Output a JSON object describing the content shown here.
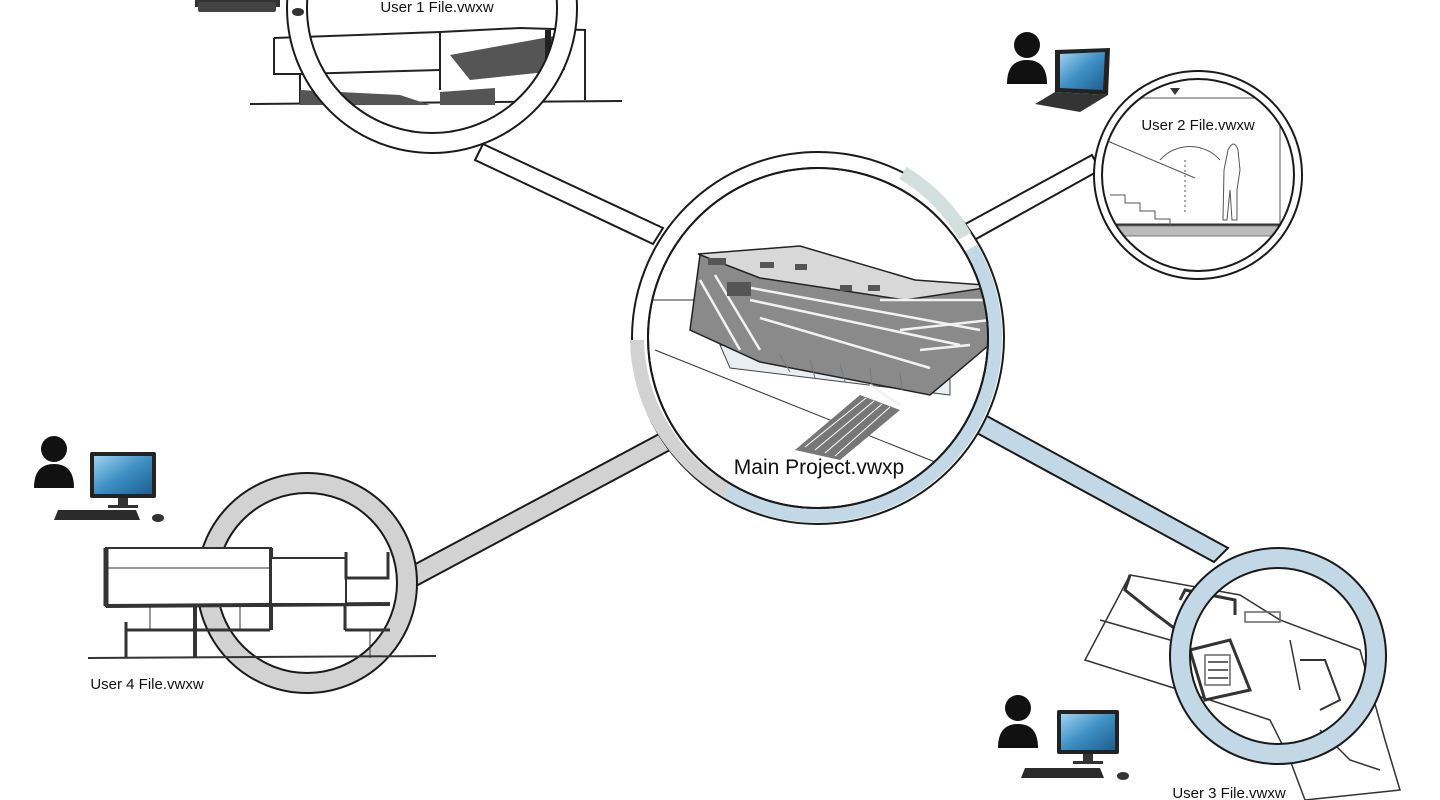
{
  "main": {
    "label": "Main Project.vwxp"
  },
  "users": [
    {
      "label": "User 1 File.vwxw",
      "device": "desktop-computer-icon"
    },
    {
      "label": "User 2 File.vwxw",
      "device": "laptop-icon"
    },
    {
      "label": "User 3 File.vwxw",
      "device": "desktop-computer-icon"
    },
    {
      "label": "User 4 File.vwxw",
      "device": "desktop-computer-icon"
    }
  ],
  "colors": {
    "outline": "#1a1a1a",
    "user1_ring": "#ffffff",
    "user2_ring": "#ffffff",
    "user3_ring": "#c3d8e6",
    "user4_ring": "#d2d2d2",
    "main_ring_green": "#d3dfdc",
    "main_ring_blue": "#c3d8e6",
    "main_ring_grey": "#d2d2d2",
    "screen": "#3d8fc4"
  }
}
